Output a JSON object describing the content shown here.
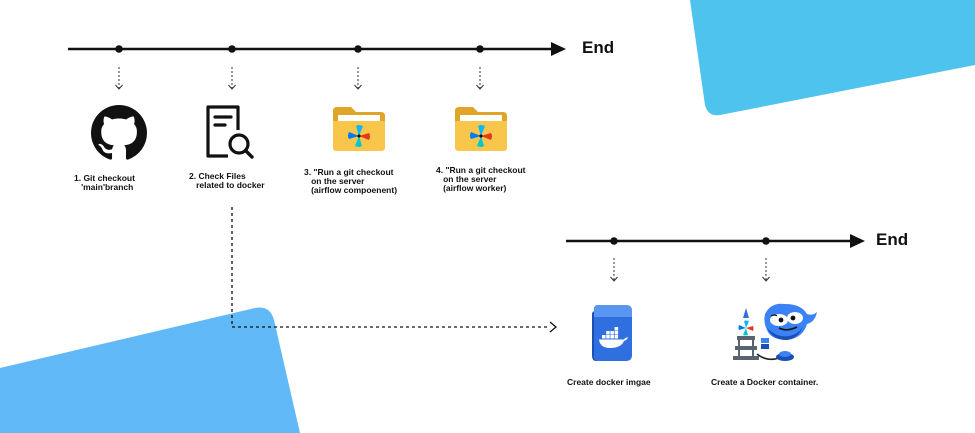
{
  "colors": {
    "accent_top": "#4dc3ee",
    "accent_bottom": "#61b9f7",
    "line": "#111111",
    "folder": "#f7c64b",
    "docker": "#3b82f6"
  },
  "timeline_top": {
    "end_label": "End",
    "steps": [
      {
        "icon": "github-icon",
        "label": "1. Git checkout\n   'main'branch"
      },
      {
        "icon": "file-search-icon",
        "label": "2. Check Files\n   related to docker"
      },
      {
        "icon": "airflow-folder-icon",
        "label": "3. \"Run a git checkout\n   on the server\n   (airflow compoenent)"
      },
      {
        "icon": "airflow-folder-icon",
        "label": "4. \"Run a git checkout\n   on the server\n   (airflow worker)"
      }
    ]
  },
  "timeline_bottom": {
    "end_label": "End",
    "steps": [
      {
        "icon": "docker-image-icon",
        "label": "Create docker imgae"
      },
      {
        "icon": "docker-container-icon",
        "label": "Create a Docker container."
      }
    ]
  }
}
